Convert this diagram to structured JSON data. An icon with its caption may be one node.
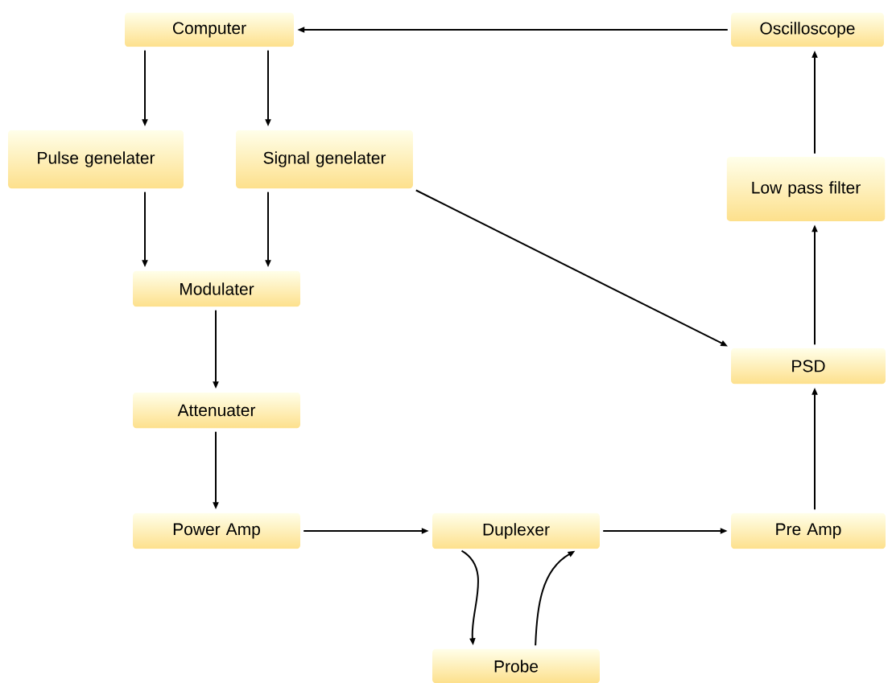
{
  "diagram": {
    "nodes": [
      {
        "text": [
          "Computer"
        ]
      },
      {
        "text": [
          "Oscilloscope"
        ]
      },
      {
        "text": [
          "Pulse genelater"
        ]
      },
      {
        "text": [
          "Signal genelater"
        ]
      },
      {
        "text": [
          "Low pass filter"
        ]
      },
      {
        "text": [
          "Modulater"
        ]
      },
      {
        "text": [
          "PSD"
        ]
      },
      {
        "text": [
          "Attenuater"
        ]
      },
      {
        "text": [
          "Power Amp"
        ]
      },
      {
        "text": [
          "Duplexer"
        ]
      },
      {
        "text": [
          "Pre Amp"
        ]
      },
      {
        "text": [
          "Probe"
        ]
      }
    ],
    "edges": [
      {
        "from": 0,
        "to": 2,
        "arrow": "to"
      },
      {
        "from": 0,
        "to": 3,
        "arrow": "to"
      },
      {
        "from": 2,
        "to": 5,
        "arrow": "to"
      },
      {
        "from": 3,
        "to": 5,
        "arrow": "to"
      },
      {
        "from": 3,
        "to": 6,
        "arrow": "to"
      },
      {
        "from": 5,
        "to": 7,
        "arrow": "to"
      },
      {
        "from": 7,
        "to": 8,
        "arrow": "to"
      },
      {
        "from": 8,
        "to": 9,
        "arrow": "to"
      },
      {
        "from": 9,
        "to": 10,
        "arrow": "to"
      },
      {
        "from": 9,
        "to": 11,
        "arrow": "to"
      },
      {
        "from": 11,
        "to": 9,
        "arrow": "to"
      },
      {
        "from": 10,
        "to": 6,
        "arrow": "to"
      },
      {
        "from": 6,
        "to": 4,
        "arrow": "to"
      },
      {
        "from": 4,
        "to": 1,
        "arrow": "to"
      },
      {
        "from": 1,
        "to": 0,
        "arrow": "to"
      }
    ]
  }
}
